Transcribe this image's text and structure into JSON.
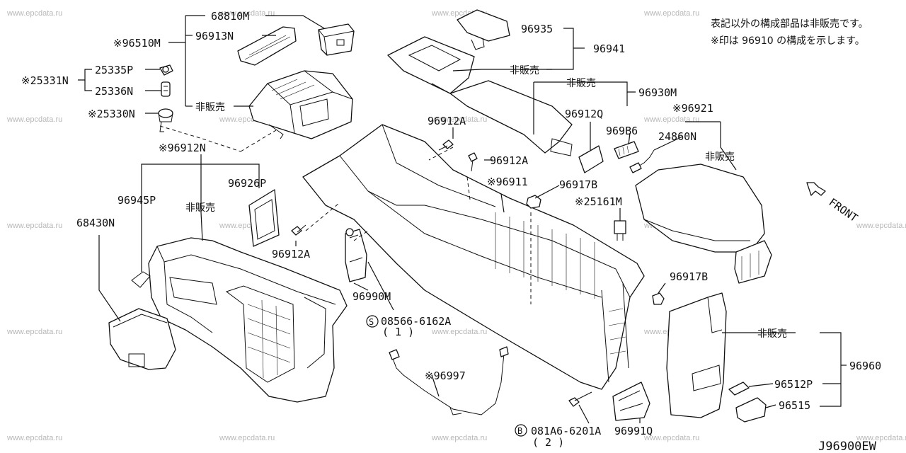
{
  "notes": [
    "表記以外の構成部品は非販売です。",
    "※印は 96910 の構成を示します。"
  ],
  "diagram_code": "J96900EW",
  "front_label": "FRONT",
  "watermark": "www.epcdata.ru",
  "labels": {
    "l68810M": "68810M",
    "l96510M": "※96510M",
    "l96913N": "96913N",
    "l25331N": "※25331N",
    "l25335P": "25335P",
    "l25336N": "25336N",
    "l25330N": "※25330N",
    "hs1": "非販売",
    "l96912N": "※96912N",
    "l96945P": "96945P",
    "hs2": "非販売",
    "l96926P": "96926P",
    "l68430N": "68430N",
    "l96912A_1": "96912A",
    "l96990M": "96990M",
    "l08566": "08566-6162A",
    "q1": "( 1 )",
    "l96935": "96935",
    "l96941": "96941",
    "hs3": "非販売",
    "hs4": "非販売",
    "l96930M": "96930M",
    "l96912Q": "96912Q",
    "l969B6": "969B6",
    "l96921": "※96921",
    "l24860N": "24860N",
    "hs5": "非販売",
    "l96912A_2": "96912A",
    "l96912A_3": "96912A",
    "l96911": "※96911",
    "l96917B_1": "96917B",
    "l25161M": "※25161M",
    "l96917B_2": "96917B",
    "hs6": "非販売",
    "l96960": "96960",
    "l96512P": "96512P",
    "l96515": "96515",
    "l96997": "※96997",
    "l081A6": "081A6-6201A",
    "q2": "( 2 )",
    "l96991Q": "96991Q"
  },
  "symbols": {
    "s": "S",
    "b": "B"
  }
}
